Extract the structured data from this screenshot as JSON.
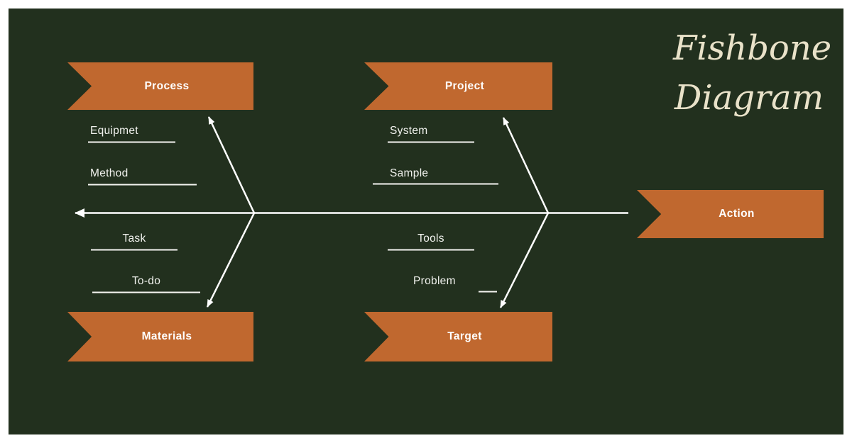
{
  "title": {
    "line1": "Fishbone",
    "line2": "Diagram"
  },
  "banners": {
    "process": {
      "label": "Process"
    },
    "project": {
      "label": "Project"
    },
    "action": {
      "label": "Action"
    },
    "materials": {
      "label": "Materials"
    },
    "target": {
      "label": "Target"
    }
  },
  "causes": {
    "equipment": "Equipmet",
    "method": "Method",
    "task": "Task",
    "todo": "To-do",
    "system": "System",
    "sample": "Sample",
    "tools": "Tools",
    "problem": "Problem"
  },
  "colors": {
    "page_background": "#ffffff",
    "canvas_background": "#22301e",
    "banner_fill": "#c0682f",
    "banner_text": "#ffffff",
    "line_color": "#ffffff",
    "title_color": "#e9e2c9",
    "cause_text": "#f1f2ee"
  }
}
